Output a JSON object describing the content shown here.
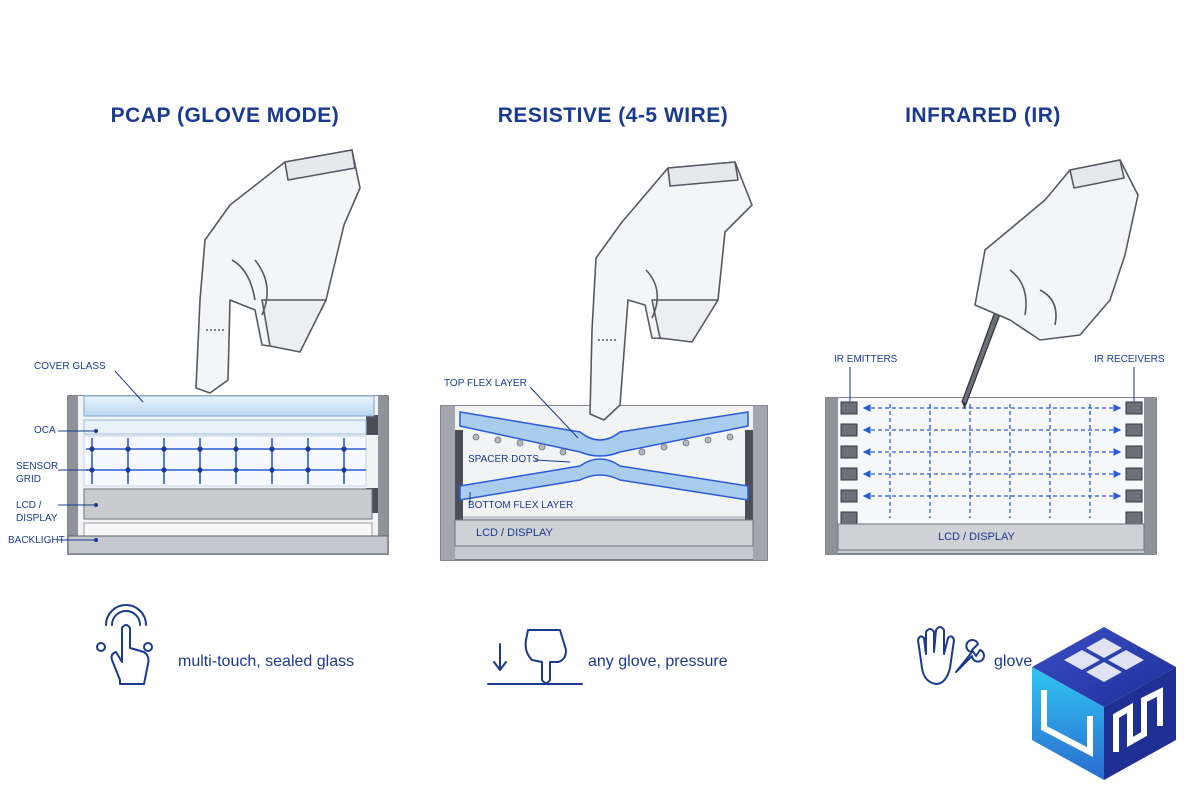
{
  "panels": [
    {
      "title": "PCAP (GLOVE MODE)",
      "labels": {
        "cover_glass": "COVER GLASS",
        "oca": "OCA",
        "sensor_grid_1": "SENSOR",
        "sensor_grid_2": "GRID",
        "lcd_1": "LCD /",
        "lcd_2": "DISPLAY",
        "backlight": "BACKLIGHT"
      },
      "caption": "multi-touch, sealed glass",
      "caption_icon": "multi-touch-icon"
    },
    {
      "title": "RESISTIVE (4-5 WIRE)",
      "labels": {
        "top_flex": "TOP FLEX LAYER",
        "spacer_dots": "SPACER DOTS",
        "bottom_flex": "BOTTOM FLEX LAYER",
        "lcd": "LCD / DISPLAY"
      },
      "caption": "any glove, pressure",
      "caption_icon": "press-finger-icon"
    },
    {
      "title": "INFRARED (IR)",
      "labels": {
        "emitters": "IR EMITTERS",
        "receivers": "IR RECEIVERS",
        "lcd": "LCD / DISPLAY"
      },
      "caption": "glove",
      "caption_icon": "glove-wrench-icon"
    }
  ],
  "colors": {
    "accent": "#1a3a8f",
    "grid_blue": "#2a5bd7",
    "glass": "#d6e8f8",
    "frame": "#b8bcc2",
    "frame_dark": "#4a4f57"
  },
  "logo_icon": "cube-w-logo"
}
